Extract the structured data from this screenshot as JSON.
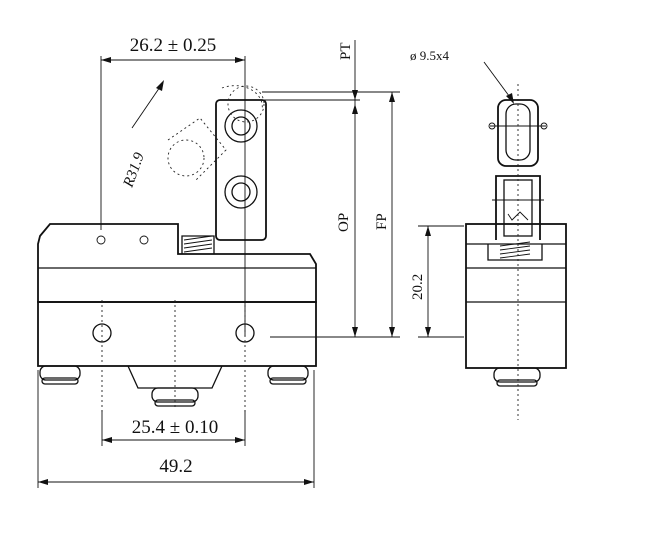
{
  "dimensions": {
    "lever_offset": "26.2 ± 0.25",
    "radius": "R31.9",
    "pretravel": "PT",
    "operating_position": "OP",
    "free_position": "FP",
    "roller_spec": "ø 9.5x4",
    "mounting_hole_pitch": "25.4 ± 0.10",
    "body_length": "49.2",
    "body_height": "20.2"
  }
}
